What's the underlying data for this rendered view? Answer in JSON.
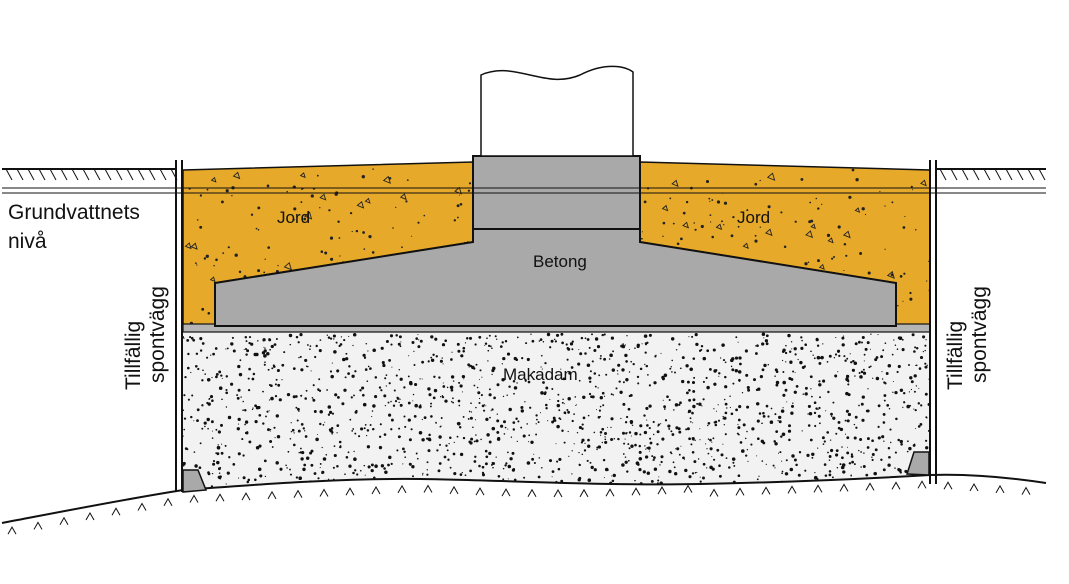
{
  "labels": {
    "groundwater_line1": "Grundvattnets",
    "groundwater_line2": "nivå",
    "soil_left": "Jord",
    "soil_right": "Jord",
    "concrete": "Betong",
    "macadam": "Makadam",
    "wall_left_line1": "Tillfällig",
    "wall_left_line2": "spontvägg",
    "wall_right_line1": "Tillfällig",
    "wall_right_line2": "spontvägg"
  },
  "colors": {
    "soil": "#E6A92A",
    "concrete": "#A9A9A9",
    "macadam": "#F2F2F2",
    "line": "#111111",
    "background": "#FFFFFF"
  }
}
